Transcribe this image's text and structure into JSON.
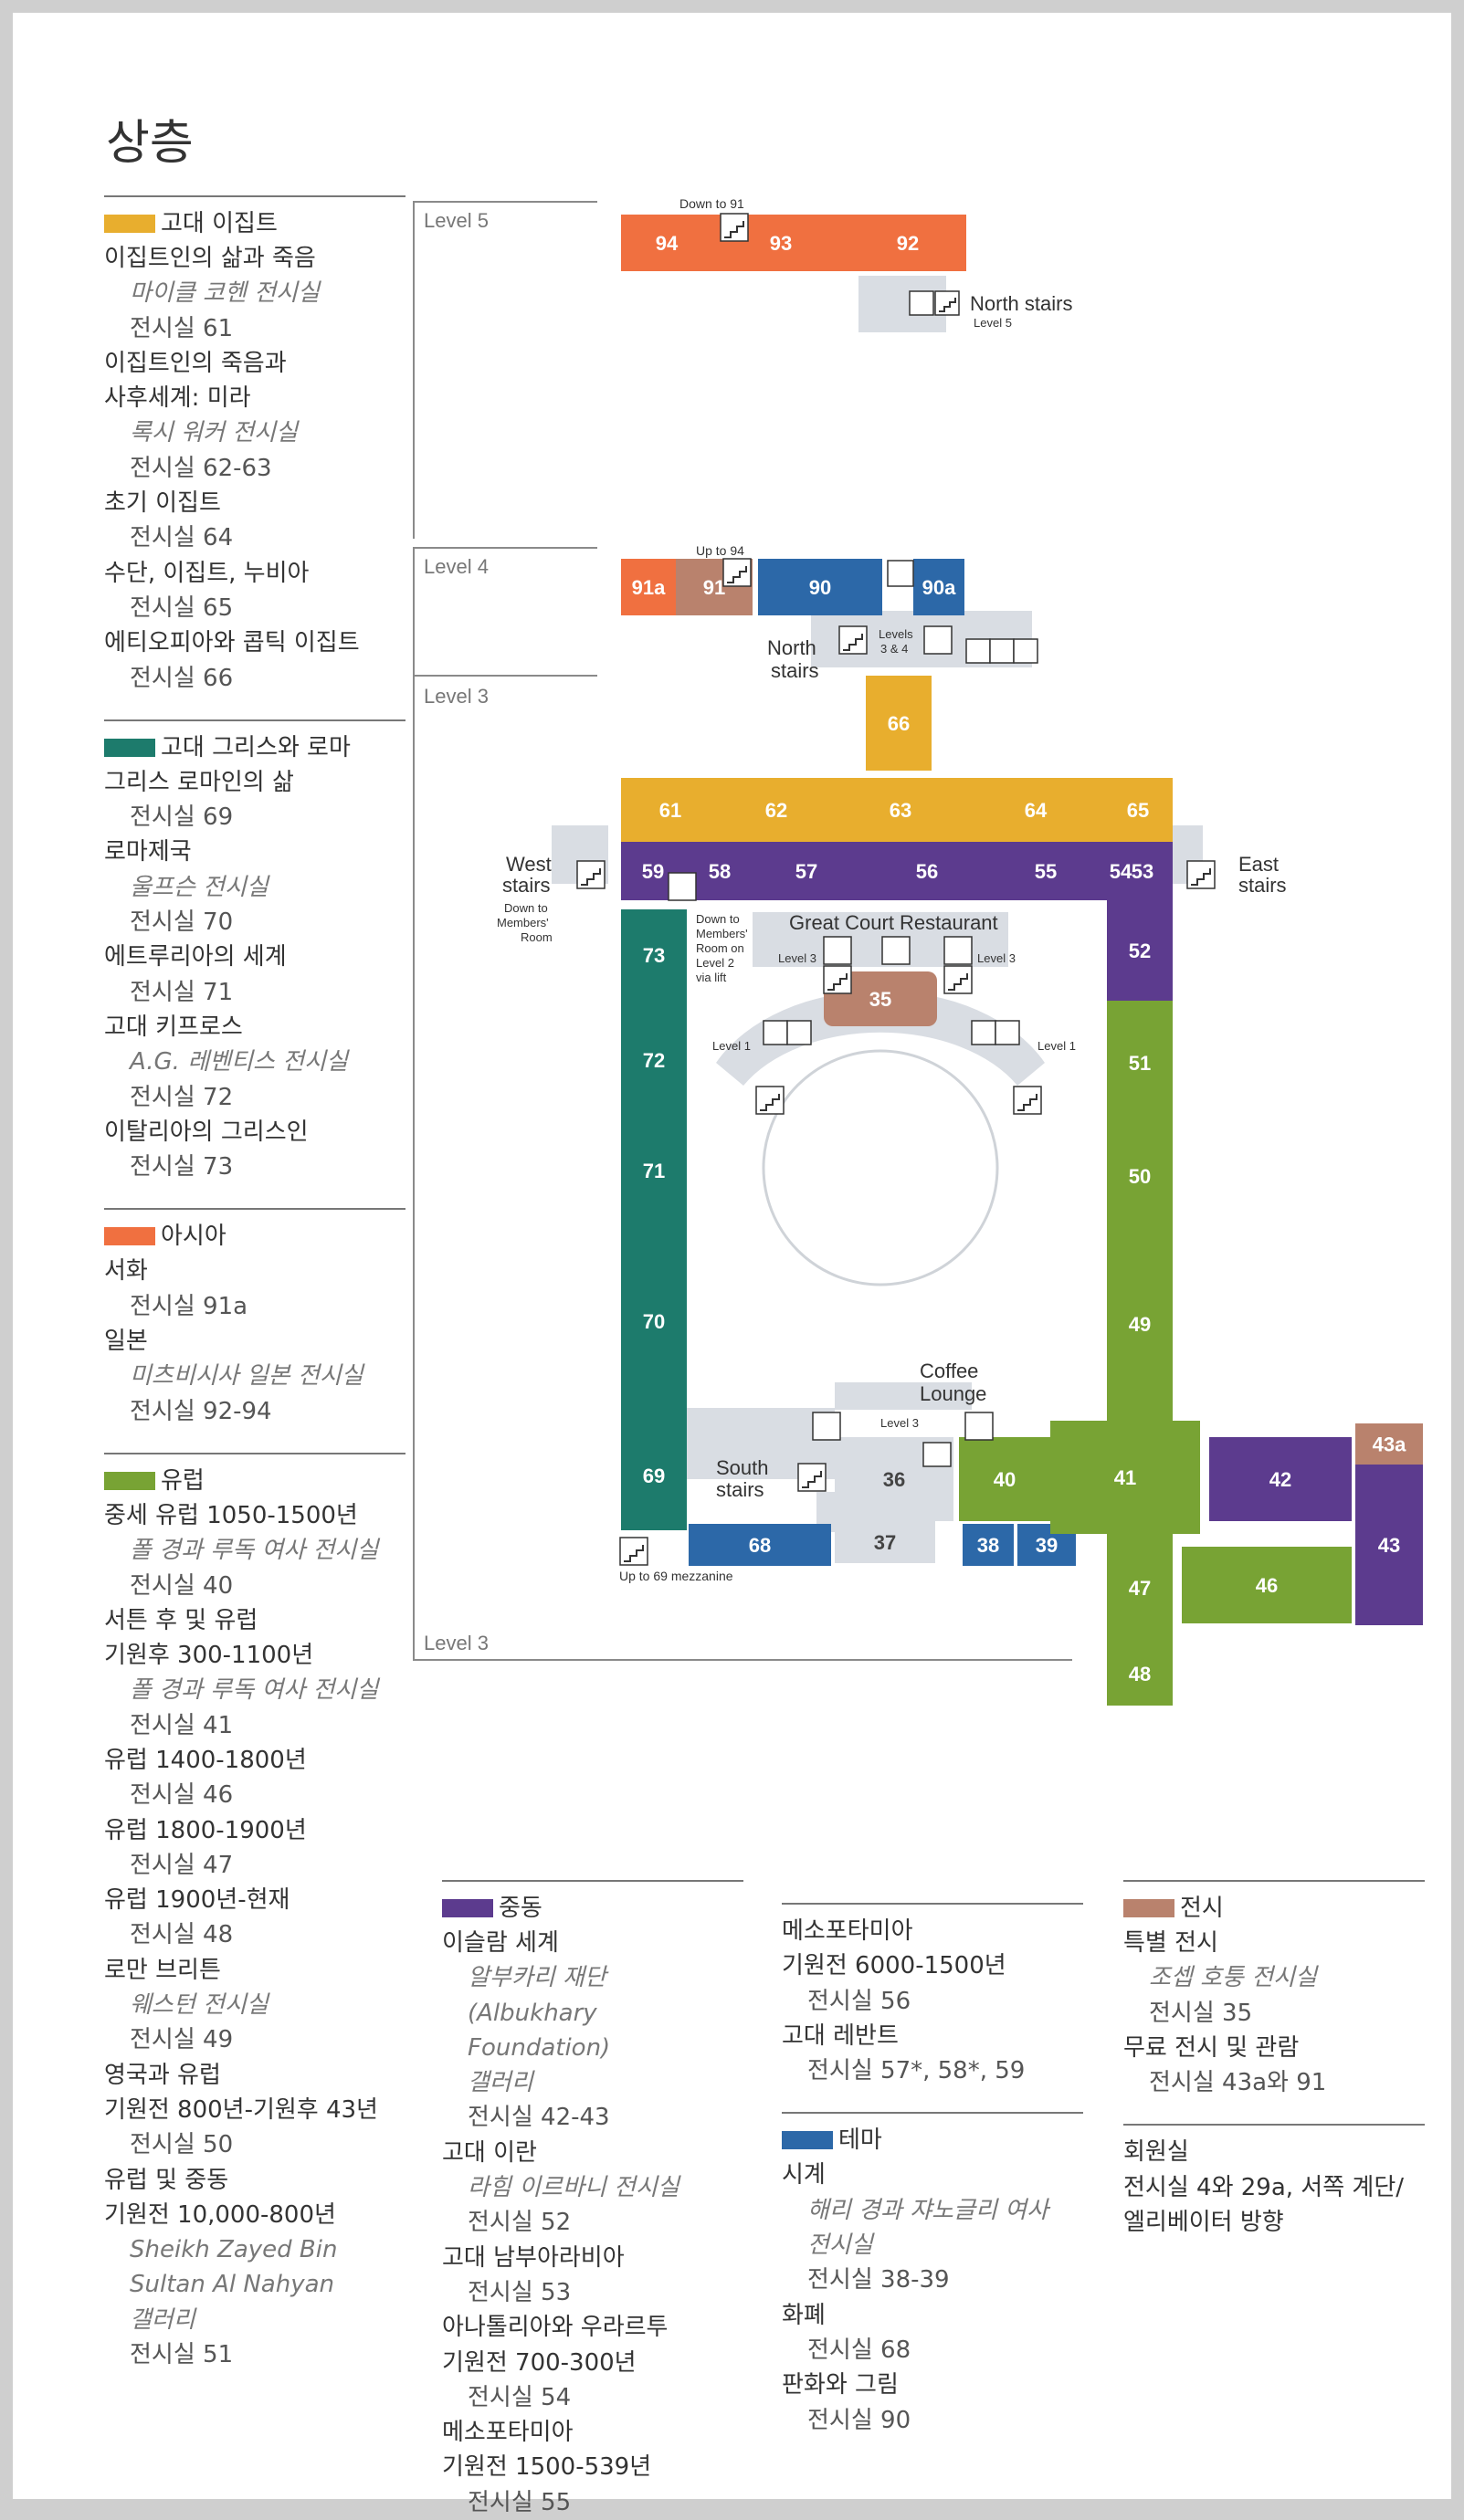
{
  "page_title": "상층",
  "colors": {
    "egypt": "#e8ae2e",
    "greece": "#1d7b6c",
    "asia": "#f07040",
    "europe": "#78a334",
    "middle_east": "#5c3b8e",
    "themes": "#2c68a8",
    "exhibitions": "#b9826d",
    "service": "#d9dde3"
  },
  "legend": [
    {
      "header": "고대 이집트",
      "color": "#e8ae2e",
      "lines": [
        {
          "t": "이집트인의 삶과 죽음",
          "k": "plain"
        },
        {
          "t": "마이클 코헨 전시실",
          "k": "it"
        },
        {
          "t": "전시실 61",
          "k": "rm"
        },
        {
          "t": "이집트인의 죽음과",
          "k": "plain"
        },
        {
          "t": "사후세계: 미라",
          "k": "plain"
        },
        {
          "t": "록시 워커 전시실",
          "k": "it"
        },
        {
          "t": "전시실 62-63",
          "k": "rm"
        },
        {
          "t": "초기 이집트",
          "k": "plain"
        },
        {
          "t": "전시실 64",
          "k": "rm"
        },
        {
          "t": "수단, 이집트, 누비아",
          "k": "plain"
        },
        {
          "t": "전시실 65",
          "k": "rm"
        },
        {
          "t": "에티오피아와 콥틱 이집트",
          "k": "plain"
        },
        {
          "t": "전시실 66",
          "k": "rm"
        }
      ]
    },
    {
      "header": "고대 그리스와 로마",
      "color": "#1d7b6c",
      "lines": [
        {
          "t": "그리스 로마인의 삶",
          "k": "plain"
        },
        {
          "t": "전시실 69",
          "k": "rm"
        },
        {
          "t": "로마제국",
          "k": "plain"
        },
        {
          "t": "울프슨 전시실",
          "k": "it"
        },
        {
          "t": "전시실 70",
          "k": "rm"
        },
        {
          "t": "에트루리아의 세계",
          "k": "plain"
        },
        {
          "t": "전시실 71",
          "k": "rm"
        },
        {
          "t": "고대 키프로스",
          "k": "plain"
        },
        {
          "t": "A.G. 레벤티스 전시실",
          "k": "it"
        },
        {
          "t": "전시실 72",
          "k": "rm"
        },
        {
          "t": "이탈리아의 그리스인",
          "k": "plain"
        },
        {
          "t": "전시실 73",
          "k": "rm"
        }
      ]
    },
    {
      "header": "아시아",
      "color": "#f07040",
      "lines": [
        {
          "t": "서화",
          "k": "plain"
        },
        {
          "t": "전시실 91a",
          "k": "rm"
        },
        {
          "t": "일본",
          "k": "plain"
        },
        {
          "t": "미츠비시사 일본 전시실",
          "k": "it"
        },
        {
          "t": "전시실 92-94",
          "k": "rm"
        }
      ]
    },
    {
      "header": "유럽",
      "color": "#78a334",
      "lines": [
        {
          "t": "중세 유럽 1050-1500년",
          "k": "plain"
        },
        {
          "t": "폴 경과 루독 여사 전시실",
          "k": "it"
        },
        {
          "t": "전시실 40",
          "k": "rm"
        },
        {
          "t": "서튼 후 및 유럽",
          "k": "plain"
        },
        {
          "t": "기원후 300-1100년",
          "k": "plain"
        },
        {
          "t": "폴 경과 루독 여사 전시실",
          "k": "it"
        },
        {
          "t": "전시실 41",
          "k": "rm"
        },
        {
          "t": "유럽 1400-1800년",
          "k": "plain"
        },
        {
          "t": "전시실 46",
          "k": "rm"
        },
        {
          "t": "유럽 1800-1900년",
          "k": "plain"
        },
        {
          "t": "전시실 47",
          "k": "rm"
        },
        {
          "t": "유럽 1900년-현재",
          "k": "plain"
        },
        {
          "t": "전시실 48",
          "k": "rm"
        },
        {
          "t": "로만 브리튼",
          "k": "plain"
        },
        {
          "t": "웨스턴 전시실",
          "k": "it"
        },
        {
          "t": "전시실 49",
          "k": "rm"
        },
        {
          "t": "영국과 유럽",
          "k": "plain"
        },
        {
          "t": "기원전 800년-기원후 43년",
          "k": "plain"
        },
        {
          "t": "전시실 50",
          "k": "rm"
        },
        {
          "t": "유럽 및 중동",
          "k": "plain"
        },
        {
          "t": "기원전 10,000-800년",
          "k": "plain"
        },
        {
          "t": "Sheikh Zayed Bin",
          "k": "it"
        },
        {
          "t": "Sultan Al Nahyan",
          "k": "it"
        },
        {
          "t": "갤러리",
          "k": "it"
        },
        {
          "t": "전시실 51",
          "k": "rm"
        }
      ]
    },
    {
      "header": "중동",
      "color": "#5c3b8e",
      "lines": [
        {
          "t": "이슬람 세계",
          "k": "plain"
        },
        {
          "t": "알부카리 재단",
          "k": "it"
        },
        {
          "t": "(Albukhary Foundation)",
          "k": "it"
        },
        {
          "t": "갤러리",
          "k": "it"
        },
        {
          "t": "전시실 42-43",
          "k": "rm"
        },
        {
          "t": "고대 이란",
          "k": "plain"
        },
        {
          "t": "라힘 이르바니 전시실",
          "k": "it"
        },
        {
          "t": "전시실 52",
          "k": "rm"
        },
        {
          "t": "고대 남부아라비아",
          "k": "plain"
        },
        {
          "t": "전시실 53",
          "k": "rm"
        },
        {
          "t": "아나톨리아와 우라르투",
          "k": "plain"
        },
        {
          "t": "기원전 700-300년",
          "k": "plain"
        },
        {
          "t": "전시실 54",
          "k": "rm"
        },
        {
          "t": "메소포타미아",
          "k": "plain"
        },
        {
          "t": "기원전 1500-539년",
          "k": "plain"
        },
        {
          "t": "전시실 55",
          "k": "rm"
        }
      ]
    },
    {
      "header": "",
      "color": "",
      "lines": [
        {
          "t": "메소포타미아",
          "k": "plain"
        },
        {
          "t": "기원전 6000-1500년",
          "k": "plain"
        },
        {
          "t": "전시실 56",
          "k": "rm"
        },
        {
          "t": "고대 레반트",
          "k": "plain"
        },
        {
          "t": "전시실 57*, 58*, 59",
          "k": "rm"
        }
      ]
    },
    {
      "header": "테마",
      "color": "#2c68a8",
      "lines": [
        {
          "t": "시계",
          "k": "plain"
        },
        {
          "t": "해리 경과 쟈노글리 여사",
          "k": "it"
        },
        {
          "t": "전시실",
          "k": "it"
        },
        {
          "t": "전시실 38-39",
          "k": "rm"
        },
        {
          "t": "화폐",
          "k": "plain"
        },
        {
          "t": "전시실 68",
          "k": "rm"
        },
        {
          "t": "판화와 그림",
          "k": "plain"
        },
        {
          "t": "전시실 90",
          "k": "rm"
        }
      ]
    },
    {
      "header": "전시",
      "color": "#b9826d",
      "lines": [
        {
          "t": "특별 전시",
          "k": "plain"
        },
        {
          "t": "조셉 호퉁 전시실",
          "k": "it"
        },
        {
          "t": "전시실 35",
          "k": "rm"
        },
        {
          "t": "무료 전시 및 관람",
          "k": "plain"
        },
        {
          "t": "전시실 43a와 91",
          "k": "rm"
        }
      ]
    },
    {
      "header": "",
      "color": "",
      "lines": [
        {
          "t": "회원실",
          "k": "plain"
        },
        {
          "t": "전시실 4와 29a, 서쪽 계단/",
          "k": "plain"
        },
        {
          "t": "엘리베이터 방향",
          "k": "plain"
        }
      ]
    }
  ],
  "map": {
    "level_labels": [
      "Level 5",
      "Level 4",
      "Level 3",
      "Level 3"
    ],
    "rooms": [
      {
        "id": "94",
        "color": "#f07040"
      },
      {
        "id": "93",
        "color": "#f07040"
      },
      {
        "id": "92",
        "color": "#f07040"
      },
      {
        "id": "91a",
        "color": "#f07040"
      },
      {
        "id": "91",
        "color": "#b9826d"
      },
      {
        "id": "90",
        "color": "#2c68a8"
      },
      {
        "id": "90a",
        "color": "#2c68a8"
      },
      {
        "id": "66",
        "color": "#e8ae2e"
      },
      {
        "id": "61",
        "color": "#e8ae2e"
      },
      {
        "id": "62",
        "color": "#e8ae2e"
      },
      {
        "id": "63",
        "color": "#e8ae2e"
      },
      {
        "id": "64",
        "color": "#e8ae2e"
      },
      {
        "id": "65",
        "color": "#e8ae2e"
      },
      {
        "id": "59",
        "color": "#5c3b8e"
      },
      {
        "id": "58",
        "color": "#5c3b8e"
      },
      {
        "id": "57",
        "color": "#5c3b8e"
      },
      {
        "id": "56",
        "color": "#5c3b8e"
      },
      {
        "id": "55",
        "color": "#5c3b8e"
      },
      {
        "id": "54",
        "color": "#5c3b8e"
      },
      {
        "id": "53",
        "color": "#5c3b8e"
      },
      {
        "id": "52",
        "color": "#5c3b8e"
      },
      {
        "id": "51",
        "color": "#78a334"
      },
      {
        "id": "50",
        "color": "#78a334"
      },
      {
        "id": "49",
        "color": "#78a334"
      },
      {
        "id": "73",
        "color": "#1d7b6c"
      },
      {
        "id": "72",
        "color": "#1d7b6c"
      },
      {
        "id": "71",
        "color": "#1d7b6c"
      },
      {
        "id": "70",
        "color": "#1d7b6c"
      },
      {
        "id": "69",
        "color": "#1d7b6c"
      },
      {
        "id": "35",
        "color": "#b9826d"
      },
      {
        "id": "36",
        "color": "#d9dde3"
      },
      {
        "id": "37",
        "color": "#d9dde3"
      },
      {
        "id": "68",
        "color": "#2c68a8"
      },
      {
        "id": "38",
        "color": "#2c68a8"
      },
      {
        "id": "39",
        "color": "#2c68a8"
      },
      {
        "id": "40",
        "color": "#78a334"
      },
      {
        "id": "41",
        "color": "#78a334"
      },
      {
        "id": "46",
        "color": "#78a334"
      },
      {
        "id": "47",
        "color": "#78a334"
      },
      {
        "id": "48",
        "color": "#78a334"
      },
      {
        "id": "42",
        "color": "#5c3b8e"
      },
      {
        "id": "43",
        "color": "#5c3b8e"
      },
      {
        "id": "43a",
        "color": "#b9826d"
      }
    ],
    "labels": {
      "down_to_91": "Down to 91",
      "north_stairs_l5": "North stairs",
      "level5_small": "Level 5",
      "up_to_94": "Up to 94",
      "north_stairs_l4_1": "North",
      "north_stairs_l4_2": "stairs",
      "levels_3_4_1": "Levels",
      "levels_3_4_2": "3 & 4",
      "west_stairs_1": "West",
      "west_stairs_2": "stairs",
      "down_to_members_1": "Down to",
      "down_to_members_2": "Members'",
      "down_to_members_3": "Room",
      "members_lift_1": "Down to",
      "members_lift_2": "Members'",
      "members_lift_3": "Room on",
      "members_lift_4": "Level 2",
      "members_lift_5": "via lift",
      "east_stairs_1": "East",
      "east_stairs_2": "stairs",
      "great_court": "Great Court Restaurant",
      "level3_a": "Level 3",
      "level3_b": "Level 3",
      "level1_a": "Level 1",
      "level1_b": "Level 1",
      "coffee_1": "Coffee",
      "coffee_2": "Lounge",
      "level3_c": "Level 3",
      "south_stairs_1": "South",
      "south_stairs_2": "stairs",
      "up_to_69": "Up to 69 mezzanine"
    }
  }
}
